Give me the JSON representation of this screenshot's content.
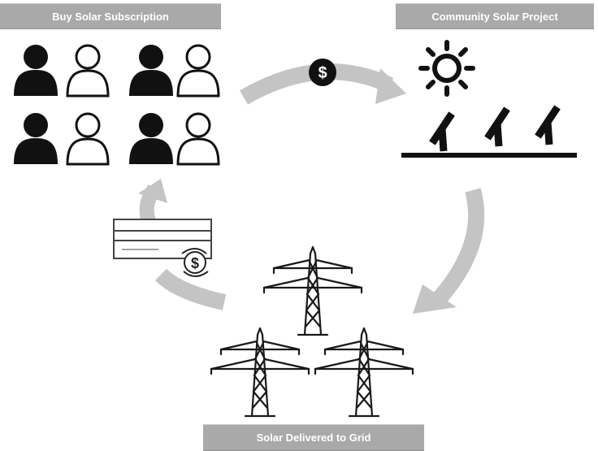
{
  "labels": {
    "subscription": "Buy Solar Subscription",
    "project": "Community Solar Project",
    "grid": "Solar Delivered to Grid"
  },
  "icons": {
    "payment_coin": "$",
    "credit_coin": "$"
  },
  "colors": {
    "label_bg": "#a9a9a9",
    "label_text": "#ffffff",
    "arrow": "#c4c4c4",
    "ink": "#111111"
  }
}
